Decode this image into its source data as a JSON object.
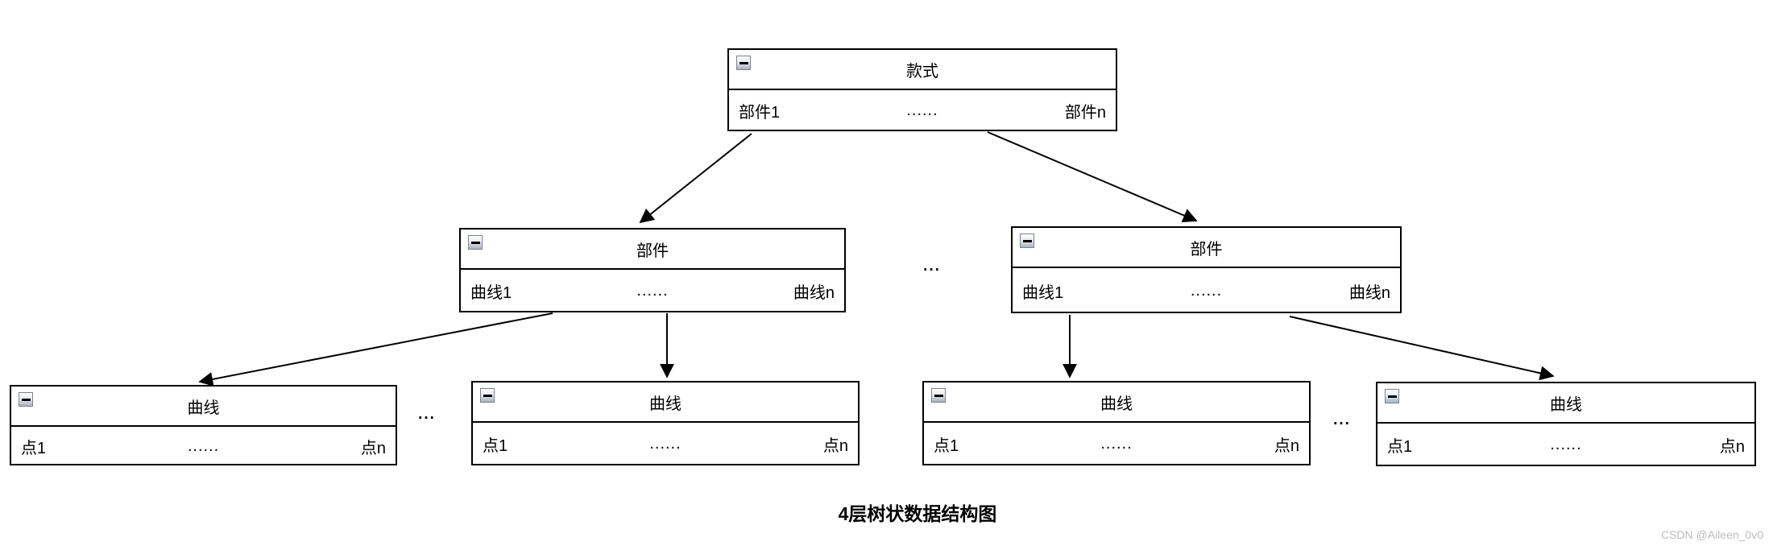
{
  "diagram": {
    "caption": "4层树状数据结构图",
    "watermark": "CSDN @Aileen_0v0",
    "colors": {
      "border": "#000000",
      "background": "#ffffff",
      "watermark_text": "#bcbcbc"
    },
    "nodes": {
      "style": {
        "title": "款式",
        "first": "部件1",
        "dots": "......",
        "last": "部件n"
      },
      "part_left": {
        "title": "部件",
        "first": "曲线1",
        "dots": "......",
        "last": "曲线n"
      },
      "part_right": {
        "title": "部件",
        "first": "曲线1",
        "dots": "......",
        "last": "曲线n"
      },
      "curve_1": {
        "title": "曲线",
        "first": "点1",
        "dots": "......",
        "last": "点n"
      },
      "curve_2": {
        "title": "曲线",
        "first": "点1",
        "dots": "......",
        "last": "点n"
      },
      "curve_3": {
        "title": "曲线",
        "first": "点1",
        "dots": "......",
        "last": "点n"
      },
      "curve_4": {
        "title": "曲线",
        "first": "点1",
        "dots": "......",
        "last": "点n"
      }
    },
    "separators": {
      "between_parts": "...",
      "between_curves_left": "...",
      "between_curves_right": "..."
    }
  }
}
